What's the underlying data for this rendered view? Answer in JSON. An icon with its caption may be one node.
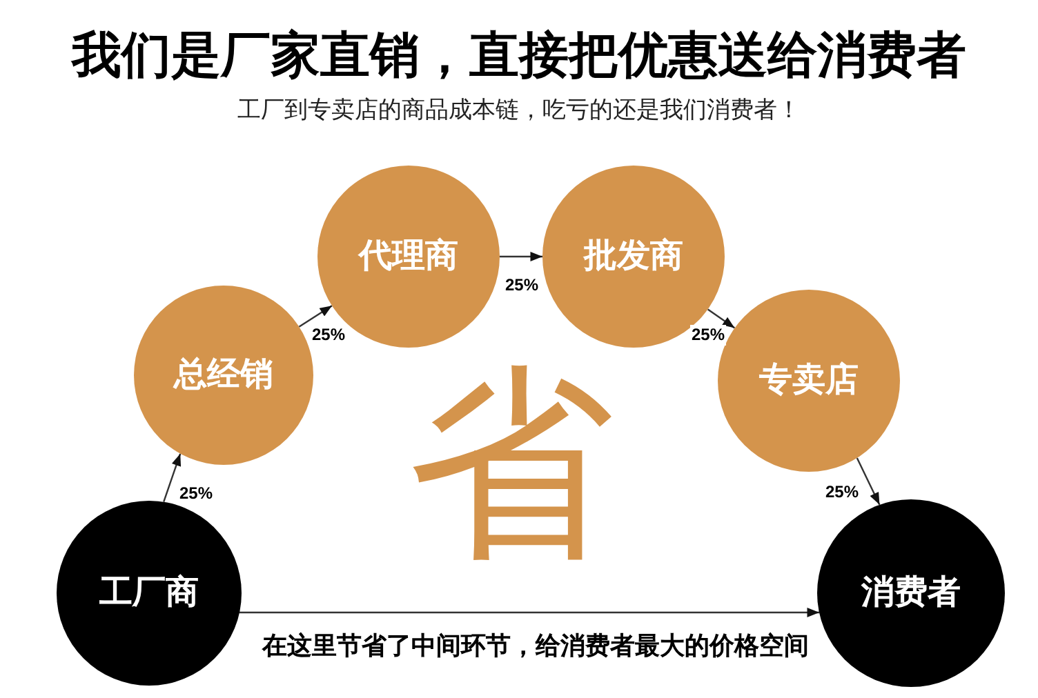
{
  "diagram": {
    "title": "我们是厂家直销，直接把优惠送给消费者",
    "nodes": [
      {
        "text": [
          "工厂商"
        ]
      },
      {
        "text": [
          "总经销"
        ]
      },
      {
        "text": [
          "代理商"
        ]
      },
      {
        "text": [
          "批发商"
        ]
      },
      {
        "text": [
          "专卖店"
        ]
      },
      {
        "text": [
          "消费者"
        ]
      }
    ],
    "edges": [
      {
        "from": 0,
        "to": 1,
        "arrow": "to",
        "label": "25%"
      },
      {
        "from": 1,
        "to": 2,
        "arrow": "to",
        "label": "25%"
      },
      {
        "from": 2,
        "to": 3,
        "arrow": "to",
        "label": "25%"
      },
      {
        "from": 3,
        "to": 4,
        "arrow": "to",
        "label": "25%"
      },
      {
        "from": 4,
        "to": 5,
        "arrow": "to",
        "label": "25%"
      },
      {
        "from": 0,
        "to": 5,
        "arrow": "to",
        "label": "在这里节省了中间环节，给消费者最大的价格空间"
      }
    ],
    "labels": [
      "工厂到专卖店的商品成本链，吃亏的还是我们消费者！",
      "省"
    ]
  }
}
